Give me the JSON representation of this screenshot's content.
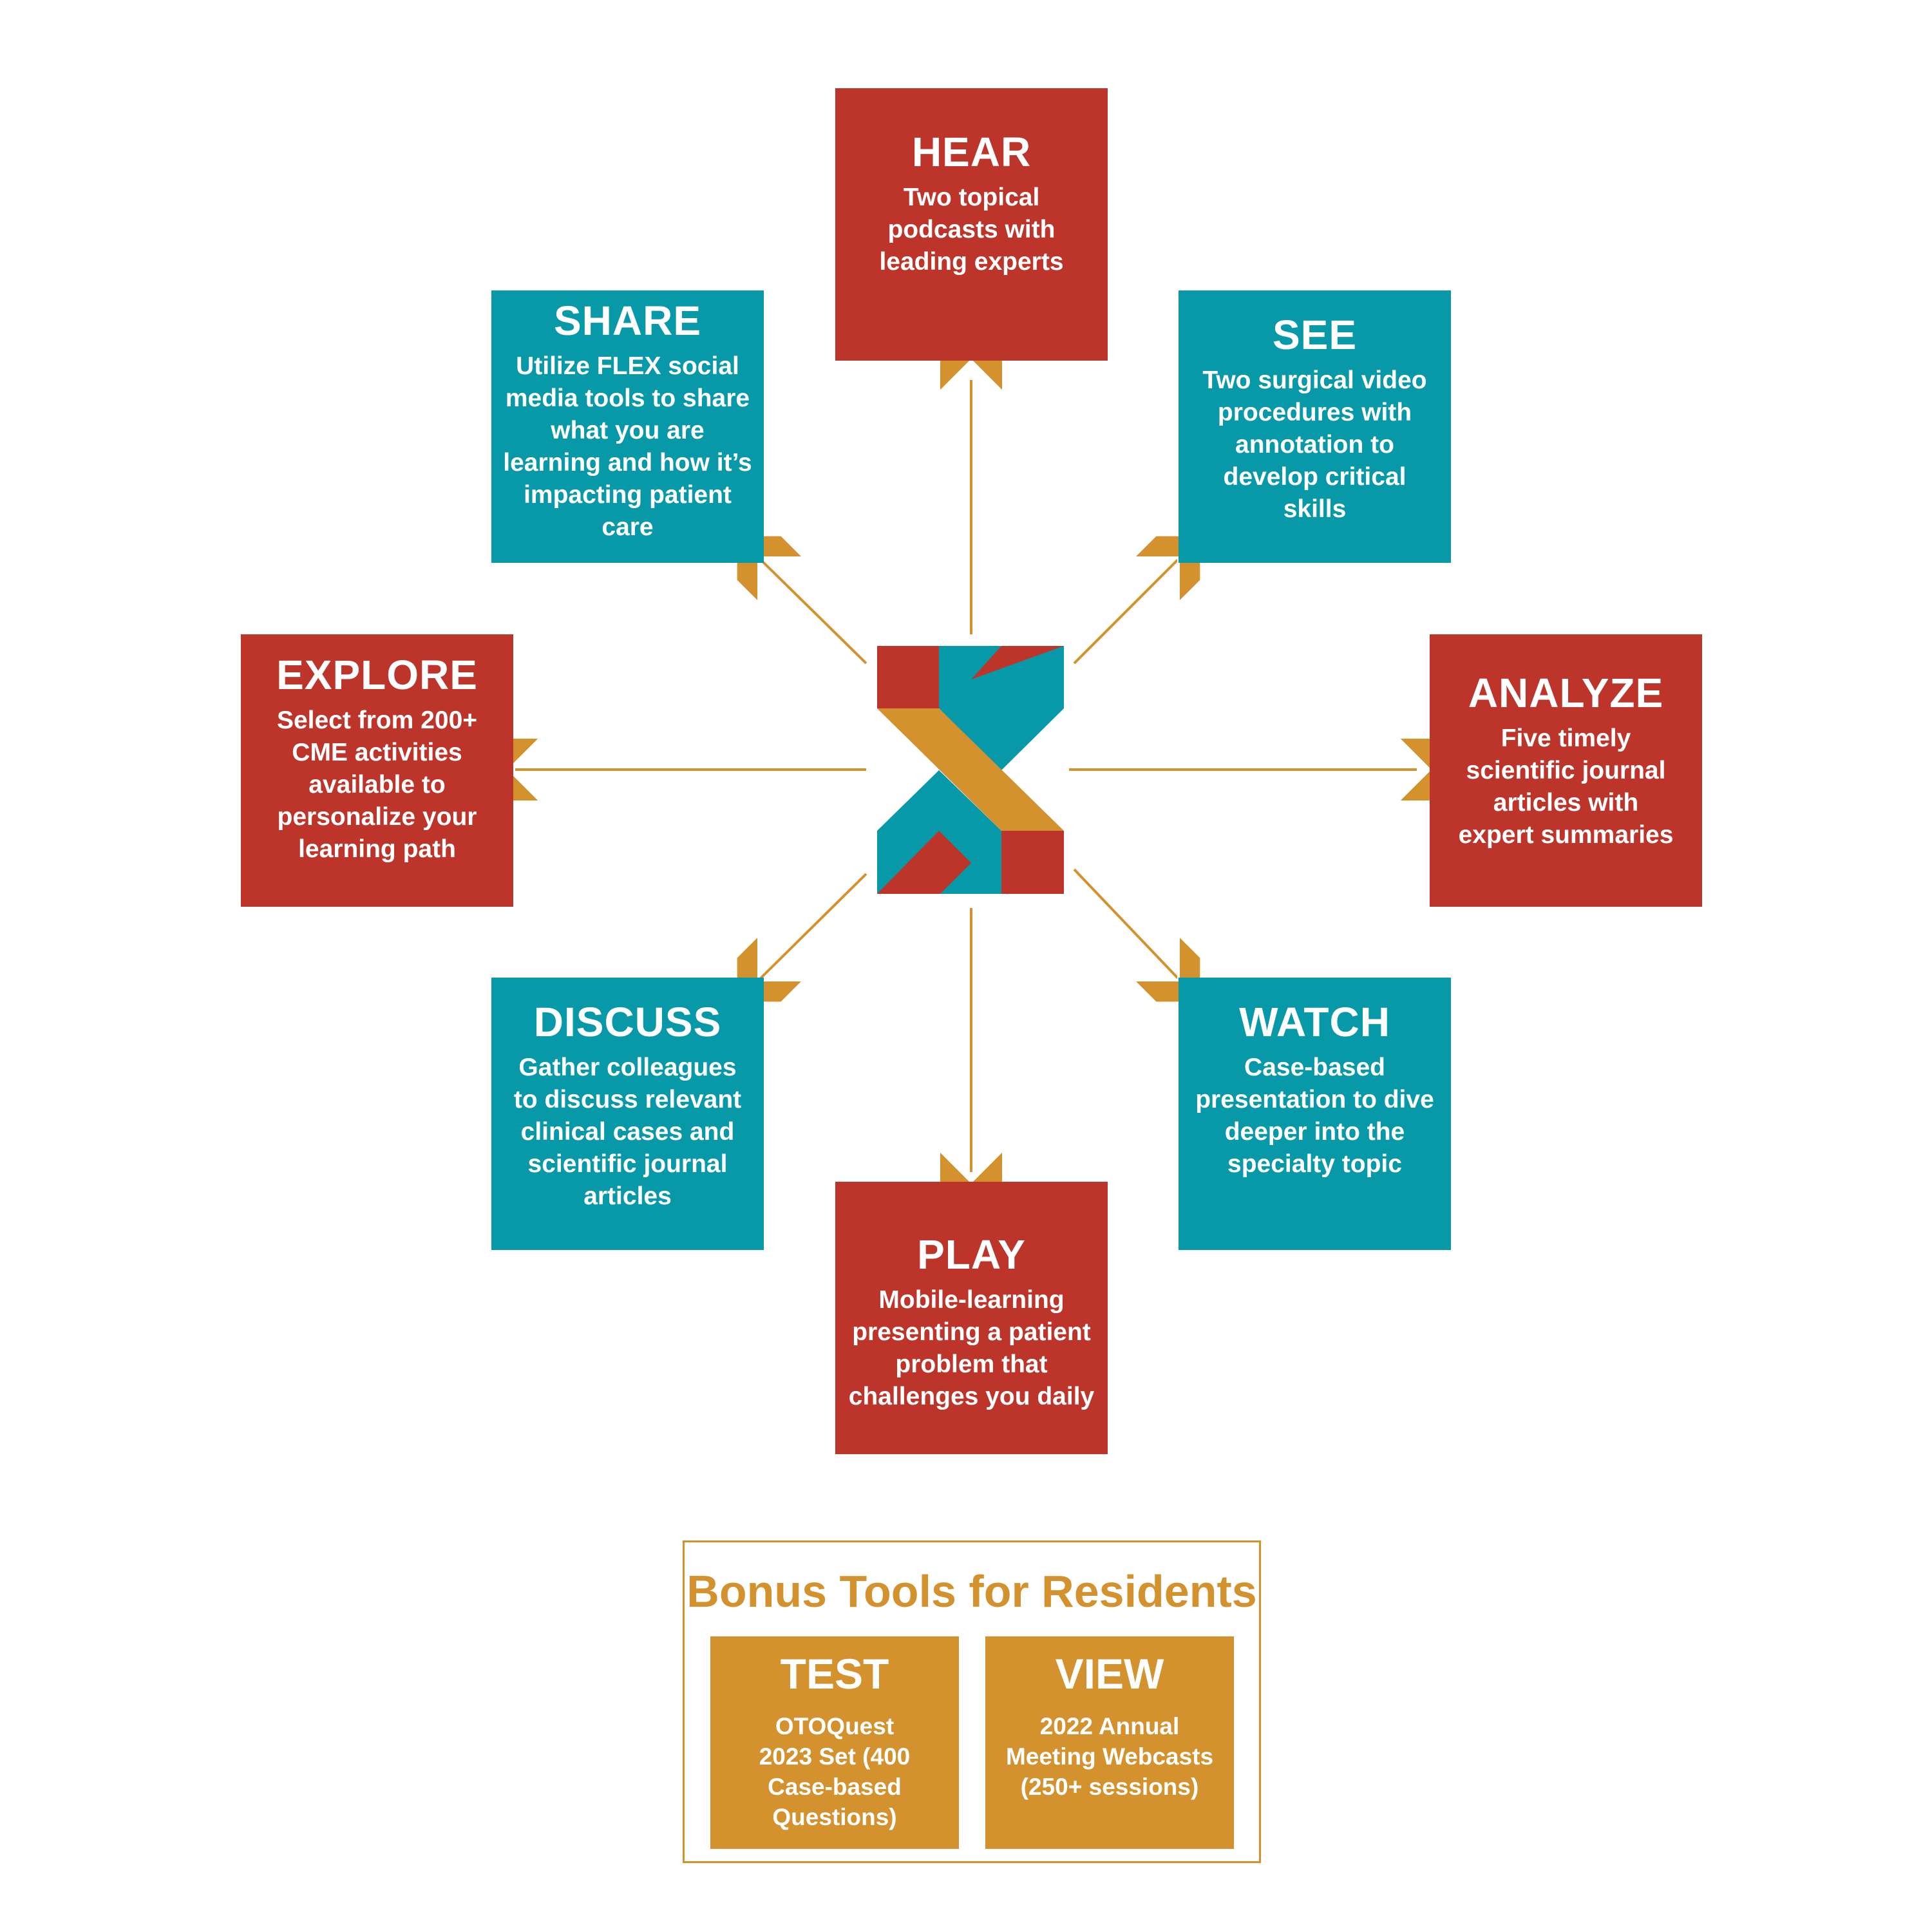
{
  "colors": {
    "red": "#bd342a",
    "teal": "#0899a9",
    "gold": "#d3922d",
    "background": "#ffffff"
  },
  "center_icon": "x-logo-icon",
  "boxes": {
    "hear": {
      "title": "HEAR",
      "lines": [
        "Two topical",
        "podcasts with",
        "leading experts"
      ]
    },
    "share": {
      "title": "SHARE",
      "lines": [
        "Utilize FLEX social",
        "media tools to share",
        "what you are",
        "learning and how it’s",
        "impacting patient",
        "care"
      ]
    },
    "see": {
      "title": "SEE",
      "lines": [
        "Two surgical video",
        "procedures with",
        "annotation to",
        "develop critical",
        "skills"
      ]
    },
    "explore": {
      "title": "EXPLORE",
      "lines": [
        "Select from 200+",
        "CME activities",
        "available to",
        "personalize your",
        "learning path"
      ]
    },
    "analyze": {
      "title": "ANALYZE",
      "lines": [
        "Five timely",
        "scientific journal",
        "articles with",
        "expert summaries"
      ]
    },
    "discuss": {
      "title": "DISCUSS",
      "lines": [
        "Gather colleagues",
        "to discuss relevant",
        "clinical cases and",
        "scientific journal",
        "articles"
      ]
    },
    "watch": {
      "title": "WATCH",
      "lines": [
        "Case-based",
        "presentation to dive",
        "deeper into the",
        "specialty topic"
      ]
    },
    "play": {
      "title": "PLAY",
      "lines": [
        "Mobile-learning",
        "presenting a patient",
        "problem that",
        "challenges you daily"
      ]
    }
  },
  "bonus": {
    "title": "Bonus Tools for Residents",
    "test": {
      "title": "TEST",
      "lines": [
        "OTOQuest",
        "2023 Set (400",
        "Case-based",
        "Questions)"
      ]
    },
    "view": {
      "title": "VIEW",
      "lines": [
        "2022 Annual",
        "Meeting Webcasts",
        "(250+ sessions)"
      ]
    }
  }
}
